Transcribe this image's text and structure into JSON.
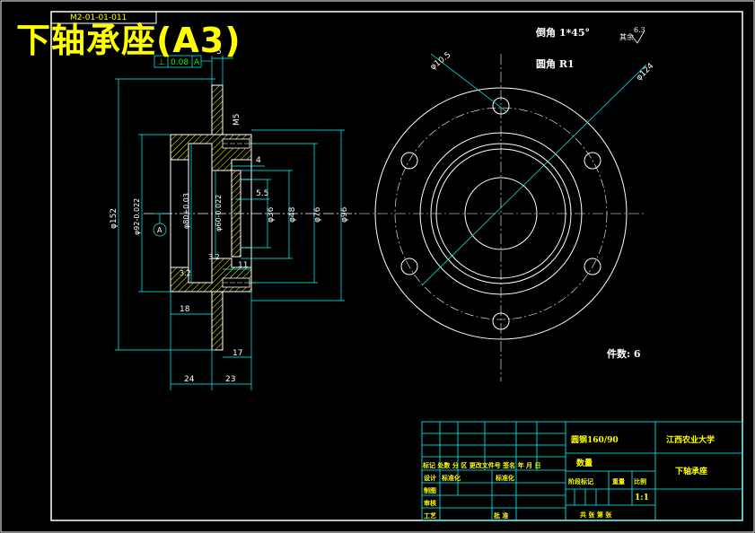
{
  "title": "下轴承座(A3)",
  "drawing_code": "M2-01-01-011",
  "notes": {
    "chamfer": "倒角 1*45°",
    "fillet": "圆角 R1",
    "roughness_label": "其余",
    "roughness_value": "6.3",
    "count": "件数: 6"
  },
  "tolerance": {
    "symbol": "⊥",
    "value": "0.08",
    "datum": "A"
  },
  "datum_label": "A",
  "dims": {
    "d5": "5",
    "d4": "4",
    "d5_5": "5.5",
    "d11": "11",
    "d18": "18",
    "d17": "17",
    "d24": "24",
    "d23": "23",
    "m5": "M5",
    "phi152": "φ152",
    "phi92": "φ92-0.022",
    "phi80": "φ80+0.03",
    "phi60": "φ60-0.022",
    "phi36": "φ36",
    "phi48": "φ48",
    "phi76": "φ76",
    "phi96": "φ96",
    "phi10_5": "φ10.5",
    "phi124": "φ124",
    "r32a": "3.2",
    "r32b": "3.2"
  },
  "title_block": {
    "material": "圆钢160/90",
    "school": "江西农业大学",
    "part_name": "下轴承座",
    "qty_label": "数量",
    "rev_header": "标记 处数  分 区  更改文件号 签名 年 月 日",
    "design": "设计",
    "standardize_a": "标准化",
    "standardize_b": "标准化",
    "drawing": "制图",
    "review": "审核",
    "craft": "工艺",
    "approve": "批 准",
    "stage_mark": "阶段标记",
    "weight": "重量",
    "scale_label": "比例",
    "scale": "1:1",
    "sheets": "共  张  第  张"
  },
  "colors": {
    "line": "#ffffff",
    "dim": "#00ffff",
    "hatch": "#ffff00",
    "text": "#ffff00",
    "green": "#00ff00"
  }
}
